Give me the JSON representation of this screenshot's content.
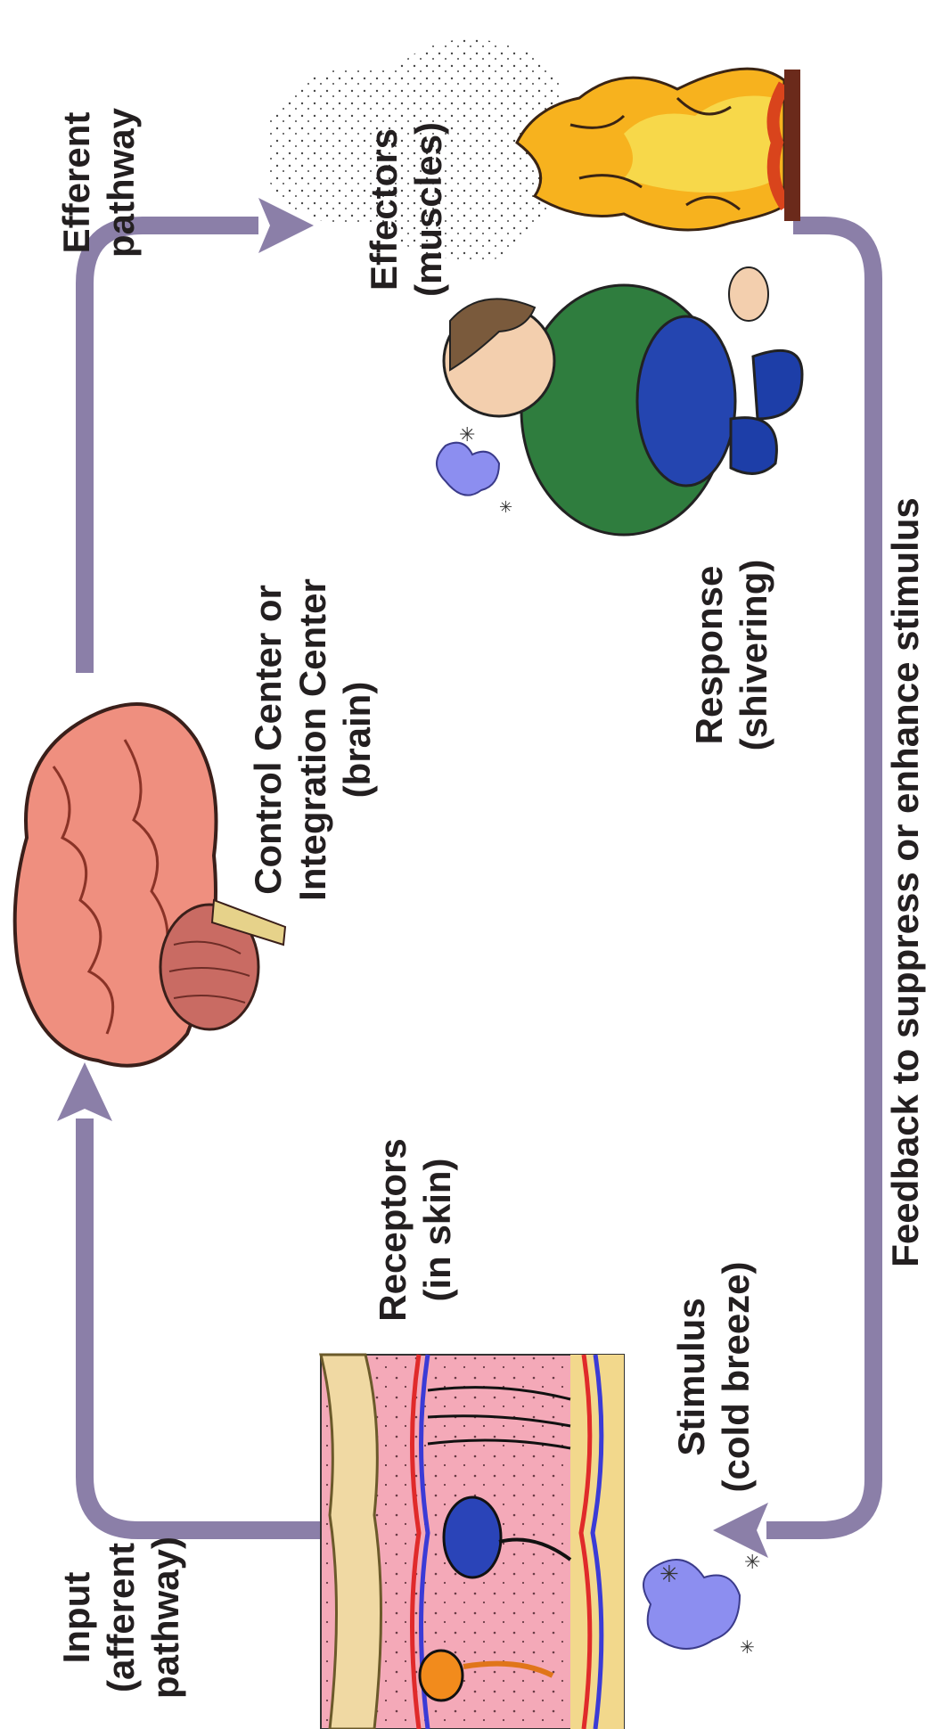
{
  "labels": {
    "efferent_1": "Efferent",
    "efferent_2": "pathway",
    "effectors_1": "Effectors",
    "effectors_2": "(muscles)",
    "control_1": "Control Center or",
    "control_2": "Integration Center",
    "control_3": "(brain)",
    "response_1": "Response",
    "response_2": "(shivering)",
    "feedback": "Feedback to suppress or enhance stimulus",
    "receptors_1": "Receptors",
    "receptors_2": "(in skin)",
    "stimulus_1": "Stimulus",
    "stimulus_2": "(cold breeze)",
    "input_1": "Input",
    "input_2": "(afferent",
    "input_3": "pathway)"
  },
  "colors": {
    "arrow": "#8b7fa8",
    "text": "#231f20",
    "brain": "#ef8f7f",
    "fire": "#f7b21e",
    "skin": "#f4a9b8"
  }
}
